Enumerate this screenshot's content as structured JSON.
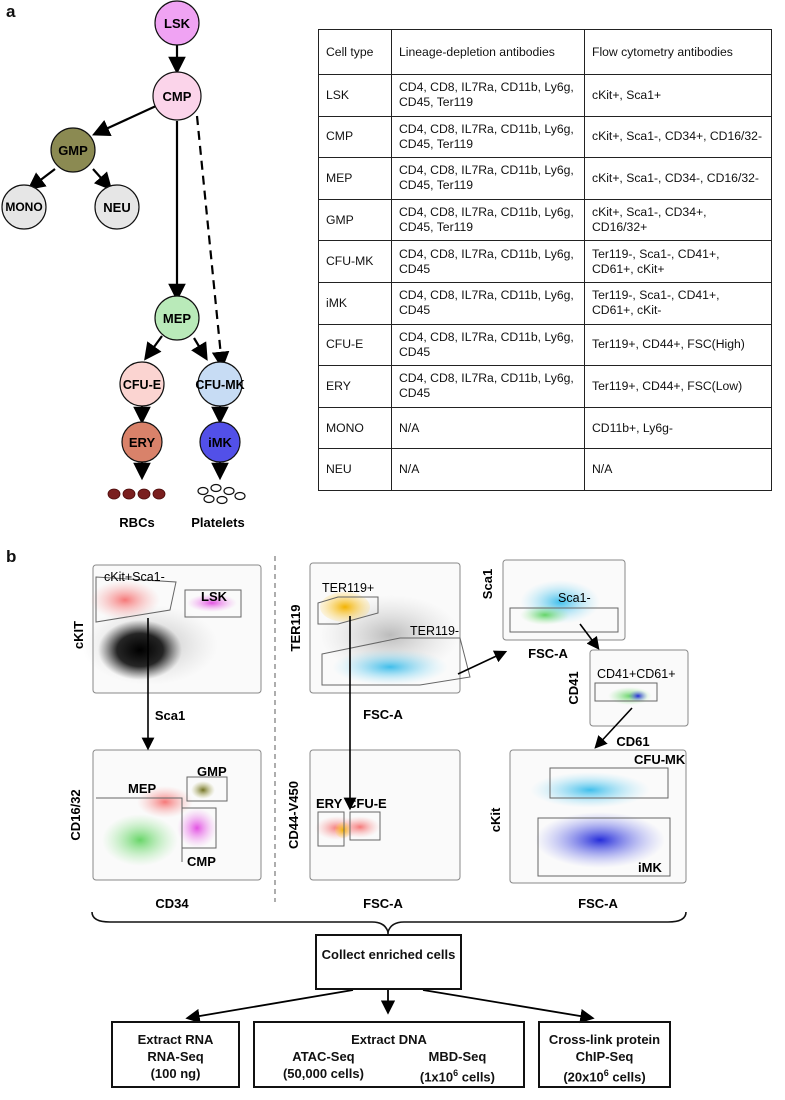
{
  "panel_a_label": "a",
  "panel_b_label": "b",
  "tree": {
    "nodes": {
      "lsk": "LSK",
      "cmp": "CMP",
      "gmp": "GMP",
      "mono": "MONO",
      "neu": "NEU",
      "mep": "MEP",
      "cfue": "CFU-E",
      "cfumk": "CFU-MK",
      "ery": "ERY",
      "imk": "iMK"
    },
    "colors": {
      "lsk": "#f0a3f3",
      "cmp": "#fbd4ea",
      "gmp": "#8b8a52",
      "mono": "#e6e6e6",
      "neu": "#e6e6e6",
      "mep": "#b9eab9",
      "cfue": "#fbd4d1",
      "cfumk": "#c7dcf4",
      "ery": "#d9826a",
      "imk": "#5250e8"
    },
    "products": {
      "rbcs": "RBCs",
      "platelets": "Platelets"
    }
  },
  "table": {
    "headers": [
      "Cell type",
      "Lineage-depletion antibodies",
      "Flow cytometry antibodies"
    ],
    "rows": [
      [
        "LSK",
        "CD4, CD8, IL7Ra, CD11b, Ly6g, CD45, Ter119",
        "cKit+, Sca1+"
      ],
      [
        "CMP",
        "CD4, CD8, IL7Ra, CD11b, Ly6g, CD45, Ter119",
        "cKit+, Sca1-, CD34+, CD16/32-"
      ],
      [
        "MEP",
        "CD4, CD8, IL7Ra, CD11b, Ly6g, CD45, Ter119",
        "cKit+, Sca1-, CD34-, CD16/32-"
      ],
      [
        "GMP",
        "CD4, CD8, IL7Ra, CD11b, Ly6g, CD45, Ter119",
        "cKit+, Sca1-, CD34+, CD16/32+"
      ],
      [
        "CFU-MK",
        "CD4, CD8, IL7Ra, CD11b, Ly6g, CD45",
        "Ter119-, Sca1-, CD41+, CD61+, cKit+"
      ],
      [
        "iMK",
        "CD4, CD8, IL7Ra, CD11b, Ly6g, CD45",
        "Ter119-, Sca1-, CD41+, CD61+, cKit-"
      ],
      [
        "CFU-E",
        "CD4, CD8, IL7Ra, CD11b, Ly6g, CD45",
        "Ter119+, CD44+, FSC(High)"
      ],
      [
        "ERY",
        "CD4, CD8, IL7Ra, CD11b, Ly6g, CD45",
        "Ter119+, CD44+, FSC(Low)"
      ],
      [
        "MONO",
        "N/A",
        "CD11b+, Ly6g-"
      ],
      [
        "NEU",
        "N/A",
        "N/A"
      ]
    ]
  },
  "plots": {
    "p1": {
      "ylabel": "cKIT",
      "xlabel": "Sca1",
      "gates": [
        "cKit+Sca1-",
        "LSK"
      ]
    },
    "p2": {
      "ylabel": "CD16/32",
      "xlabel": "CD34",
      "gates": [
        "MEP",
        "GMP",
        "CMP"
      ]
    },
    "p3": {
      "ylabel": "TER119",
      "xlabel": "FSC-A",
      "gates": [
        "TER119+",
        "TER119-"
      ]
    },
    "p4": {
      "ylabel": "CD44-V450",
      "xlabel": "FSC-A",
      "gates": [
        "ERY",
        "CFU-E"
      ]
    },
    "p5": {
      "ylabel": "Sca1",
      "xlabel": "FSC-A",
      "gates": [
        "Sca1-"
      ]
    },
    "p6": {
      "ylabel": "CD41",
      "xlabel": "CD61",
      "gates": [
        "CD41+CD61+"
      ]
    },
    "p7": {
      "ylabel": "cKit",
      "xlabel": "FSC-A",
      "gates": [
        "CFU-MK",
        "iMK"
      ]
    }
  },
  "collect": "Collect enriched cells",
  "boxes": {
    "rna": [
      "Extract RNA",
      "RNA-Seq",
      "(100 ng)"
    ],
    "dna_title": "Extract DNA",
    "atac": [
      "ATAC-Seq",
      "(50,000 cells)"
    ],
    "mbd": [
      "MBD-Seq",
      "(1x10",
      "6",
      " cells)"
    ],
    "chip": [
      "Cross-link protein",
      "ChIP-Seq",
      "(20x10",
      "6",
      " cells)"
    ]
  }
}
